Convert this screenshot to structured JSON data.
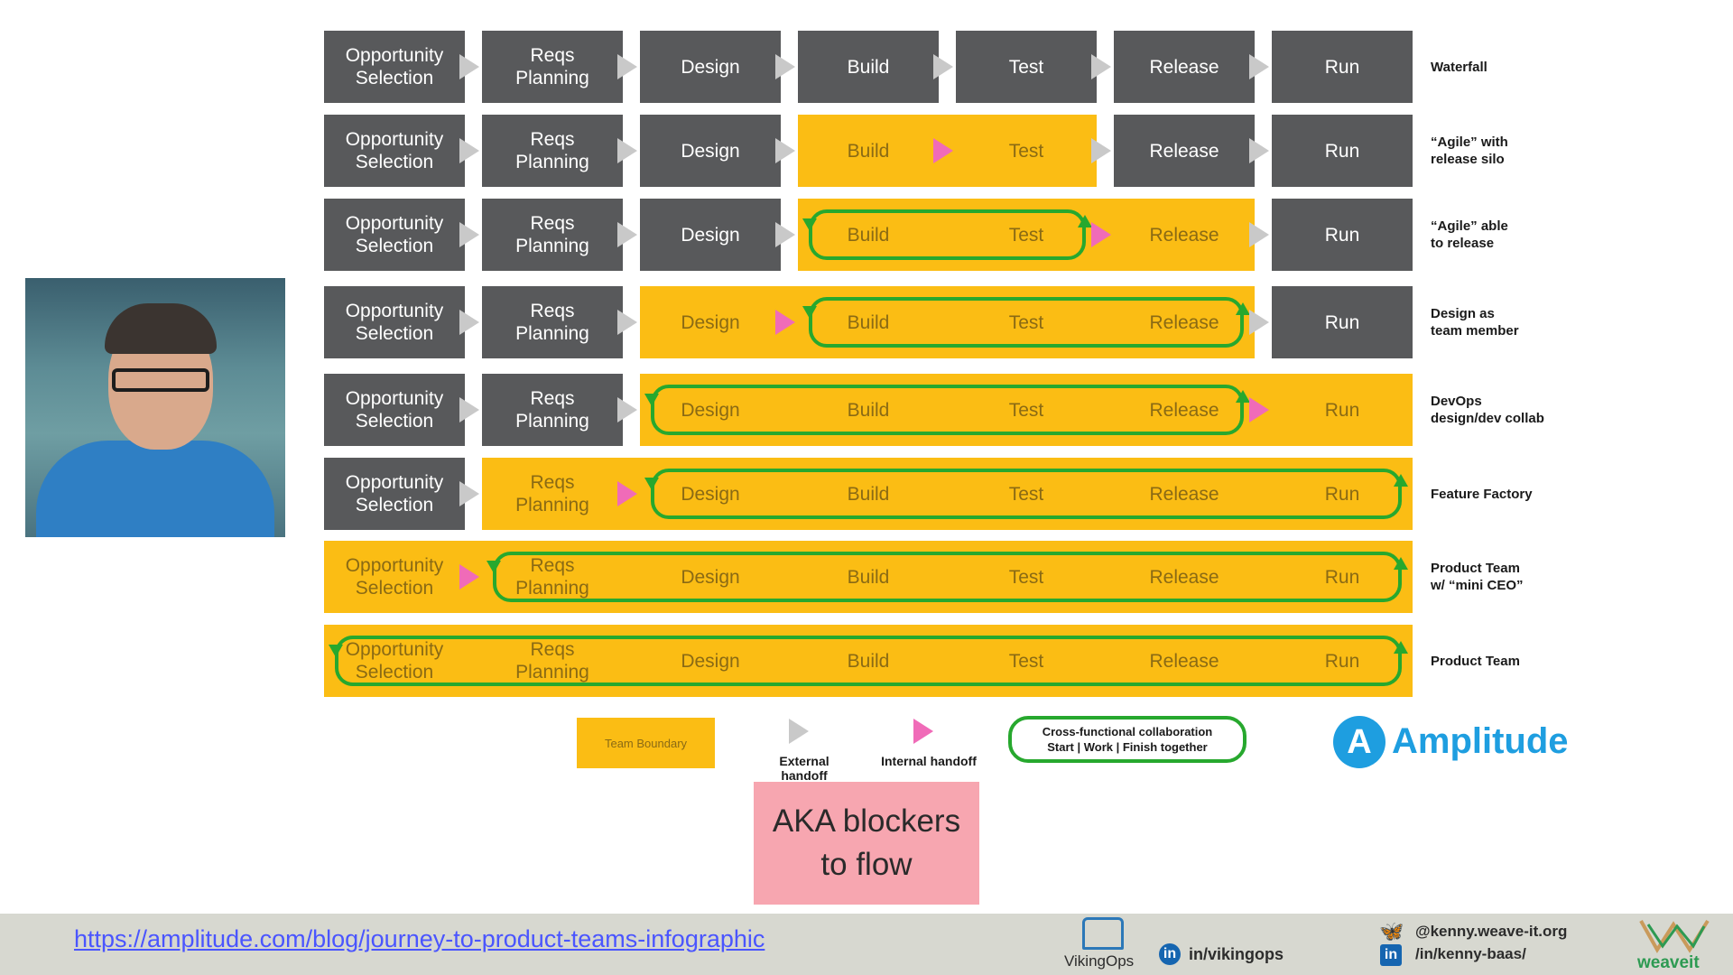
{
  "diagram": {
    "stages": [
      "Opportunity Selection",
      "Reqs Planning",
      "Design",
      "Build",
      "Test",
      "Release",
      "Run"
    ],
    "rows": [
      {
        "label": "Waterfall",
        "team_start": null,
        "team_end": null,
        "loop_start": null,
        "loop_end": null,
        "pink_after": [],
        "cells": [
          "Opportunity\nSelection",
          "Reqs\nPlanning",
          "Design",
          "Build",
          "Test",
          "Release",
          "Run"
        ]
      },
      {
        "label": "“Agile” with\nrelease silo",
        "team_start": 3,
        "team_end": 4,
        "loop_start": null,
        "loop_end": null,
        "pink_after": [
          3
        ],
        "cells": [
          "Opportunity\nSelection",
          "Reqs\nPlanning",
          "Design",
          "Build",
          "Test",
          "Release",
          "Run"
        ]
      },
      {
        "label": "“Agile” able\nto release",
        "team_start": 3,
        "team_end": 5,
        "loop_start": 3,
        "loop_end": 4,
        "pink_after": [
          4
        ],
        "cells": [
          "Opportunity\nSelection",
          "Reqs\nPlanning",
          "Design",
          "Build",
          "Test",
          "Release",
          "Run"
        ]
      },
      {
        "label": "Design as\nteam member",
        "team_start": 2,
        "team_end": 5,
        "loop_start": 3,
        "loop_end": 5,
        "pink_after": [
          2
        ],
        "cells": [
          "Opportunity\nSelection",
          "Reqs\nPlanning",
          "Design",
          "Build",
          "Test",
          "Release",
          "Run"
        ]
      },
      {
        "label": "DevOps\ndesign/dev collab",
        "team_start": 2,
        "team_end": 6,
        "loop_start": 2,
        "loop_end": 5,
        "pink_after": [
          5
        ],
        "cells": [
          "Opportunity\nSelection",
          "Reqs\nPlanning",
          "Design",
          "Build",
          "Test",
          "Release",
          "Run"
        ]
      },
      {
        "label": "Feature Factory",
        "team_start": 1,
        "team_end": 6,
        "loop_start": 2,
        "loop_end": 6,
        "pink_after": [
          1
        ],
        "cells": [
          "Opportunity\nSelection",
          "Reqs\nPlanning",
          "Design",
          "Build",
          "Test",
          "Release",
          "Run"
        ]
      },
      {
        "label": "Product Team\nw/ “mini CEO”",
        "team_start": 0,
        "team_end": 6,
        "loop_start": 1,
        "loop_end": 6,
        "pink_after": [
          0
        ],
        "cells": [
          "Opportunity\nSelection",
          "Reqs\nPlanning",
          "Design",
          "Build",
          "Test",
          "Release",
          "Run"
        ]
      },
      {
        "label": "Product Team",
        "team_start": 0,
        "team_end": 6,
        "loop_start": 0,
        "loop_end": 6,
        "pink_after": [],
        "cells": [
          "Opportunity\nSelection",
          "Reqs\nPlanning",
          "Design",
          "Build",
          "Test",
          "Release",
          "Run"
        ]
      }
    ]
  },
  "legend": {
    "team_boundary": "Team Boundary",
    "external_handoff": "External handoff",
    "internal_handoff": "Internal handoff",
    "collab_line1": "Cross-functional collaboration",
    "collab_line2": "Start | Work | Finish together"
  },
  "brand": {
    "amplitude": "Amplitude",
    "amplitude_color": "#1e9ee0"
  },
  "callout": {
    "line1": "AKA blockers",
    "line2": "to flow"
  },
  "footer": {
    "url": "https://amplitude.com/blog/journey-to-product-teams-infographic",
    "vikingops_name": "VikingOps",
    "vikingops_linkedin": "in/vikingops",
    "bluesky_handle": "@kenny.weave-it.org",
    "personal_linkedin": "/in/kenny-baas/",
    "weaveit": "weaveit"
  },
  "colors": {
    "gray": "#58595b",
    "team": "#fbbd14",
    "loop": "#27a82e",
    "internal": "#f06bb8",
    "external": "#c9c9c9"
  },
  "icons": [
    "presenter-photo",
    "external-handoff-arrow",
    "internal-handoff-arrow",
    "amplitude-logo",
    "vikingops-logo",
    "linkedin-icon",
    "bluesky-icon",
    "weaveit-logo"
  ]
}
